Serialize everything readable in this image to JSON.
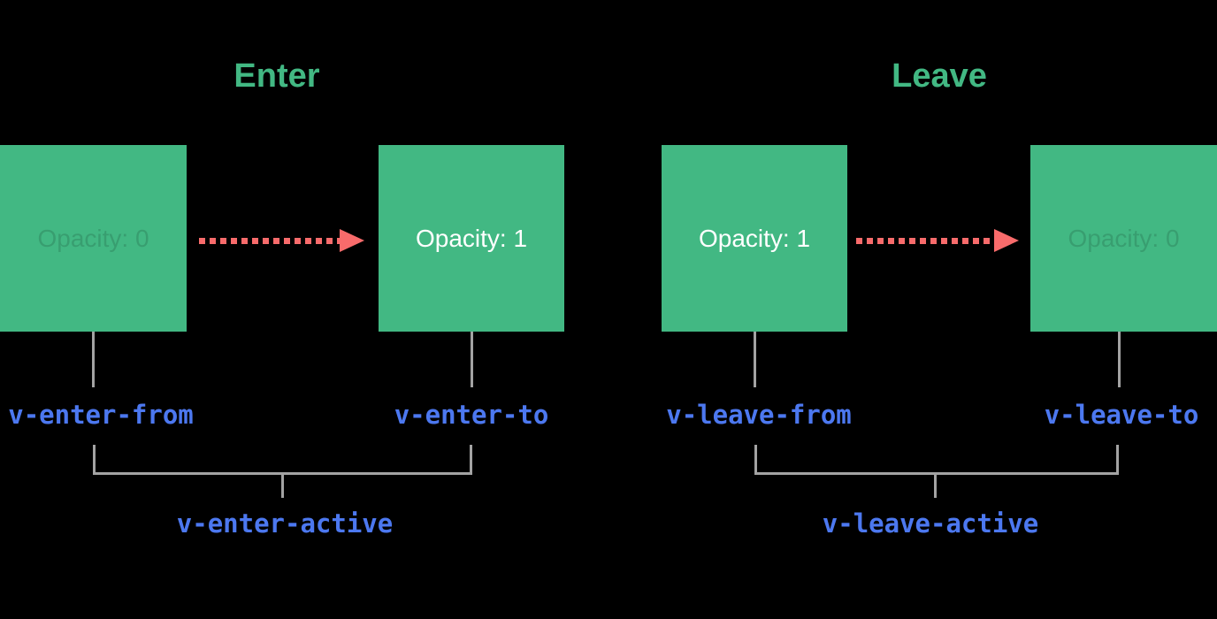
{
  "colors": {
    "background": "#000000",
    "green": "#42b883",
    "blue": "#4c78f0",
    "arrow_red": "#f86b6b",
    "line_gray": "#a3a3a3",
    "white_text": "#ffffff"
  },
  "sections": [
    {
      "id": "enter",
      "title": "Enter",
      "from_box": {
        "label": "Opacity: 0",
        "state": "faded"
      },
      "to_box": {
        "label": "Opacity: 1",
        "state": "solid"
      },
      "from_class": "v-enter-from",
      "to_class": "v-enter-to",
      "active_class": "v-enter-active"
    },
    {
      "id": "leave",
      "title": "Leave",
      "from_box": {
        "label": "Opacity: 1",
        "state": "solid"
      },
      "to_box": {
        "label": "Opacity: 0",
        "state": "faded"
      },
      "from_class": "v-leave-from",
      "to_class": "v-leave-to",
      "active_class": "v-leave-active"
    }
  ]
}
